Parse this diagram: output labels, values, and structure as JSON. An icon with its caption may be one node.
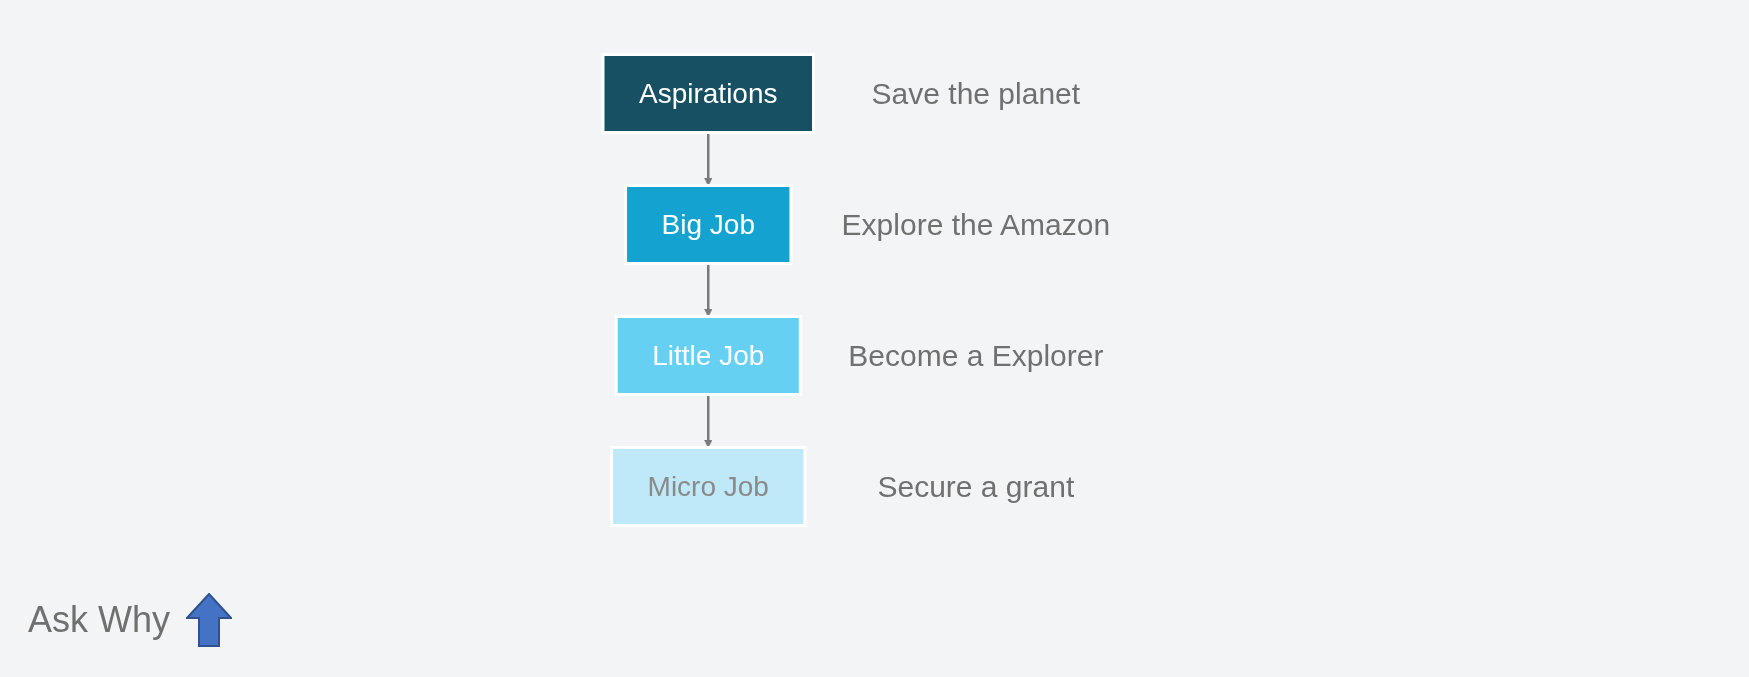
{
  "diagram": {
    "nodes": [
      {
        "text": [
          "Aspirations"
        ],
        "beside": [
          "Save the planet"
        ]
      },
      {
        "text": [
          "Big Job"
        ],
        "beside": [
          "Explore the Amazon"
        ]
      },
      {
        "text": [
          "Little Job"
        ],
        "beside": [
          "Become a Explorer"
        ]
      },
      {
        "text": [
          "Micro Job"
        ],
        "beside": [
          "Secure a grant"
        ]
      }
    ],
    "edges": [
      {
        "from": 0,
        "to": 1,
        "arrow": "to"
      },
      {
        "from": 1,
        "to": 2,
        "arrow": "to"
      },
      {
        "from": 2,
        "to": 3,
        "arrow": "to"
      }
    ],
    "labels": [
      "Ask Why"
    ]
  }
}
